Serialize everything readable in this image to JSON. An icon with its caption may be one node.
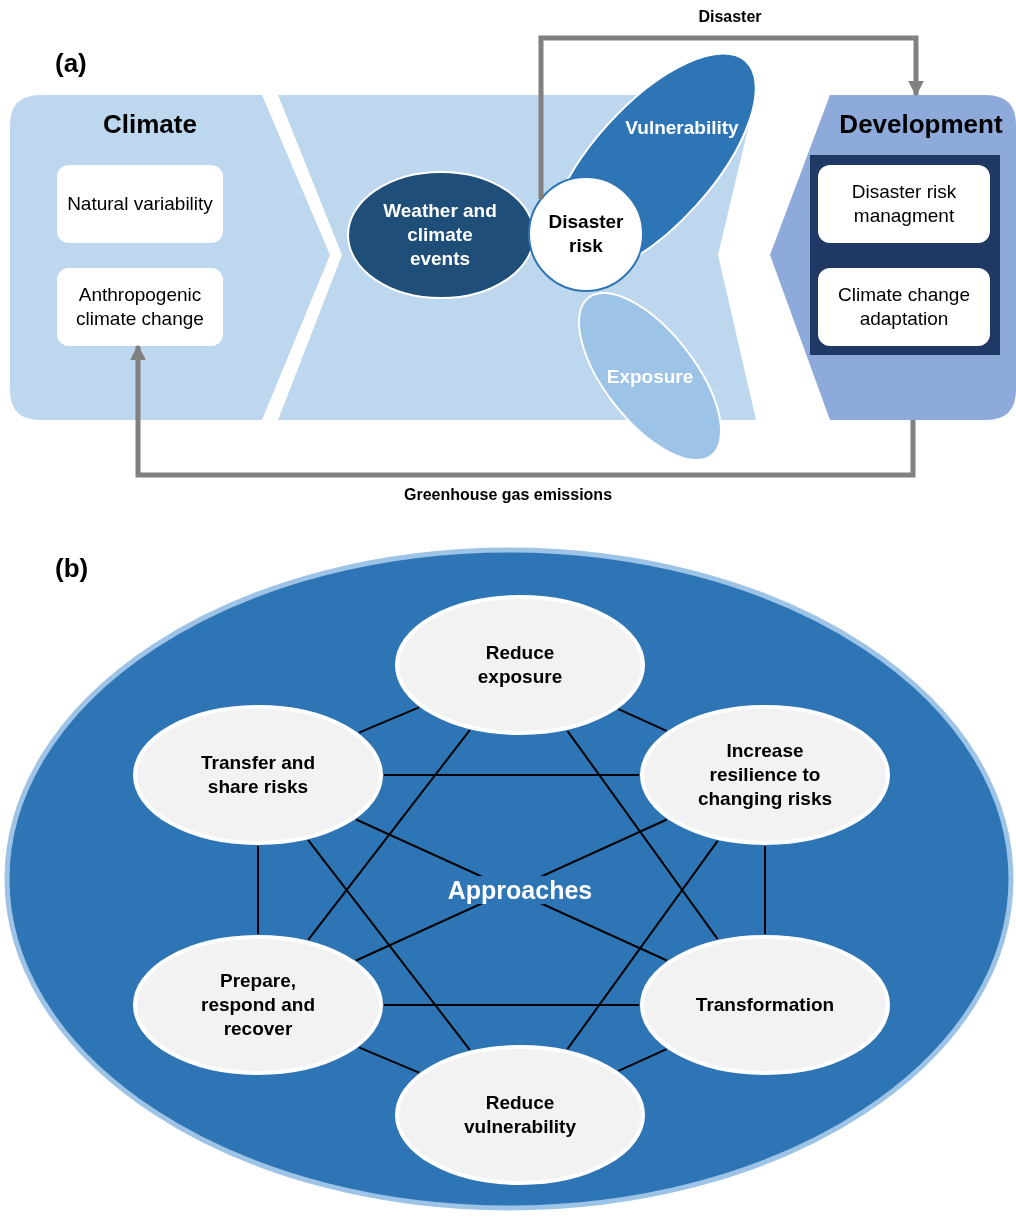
{
  "diagram": {
    "nodes": [
      {
        "text": [
          "Climate"
        ]
      },
      {
        "text": [
          "Natural variability"
        ],
        "in": 0
      },
      {
        "text": [
          "Anthropogenic climate change"
        ],
        "in": 0
      },
      {
        "text": [
          "Vulnerability"
        ]
      },
      {
        "text": [
          "Weather and climate events"
        ]
      },
      {
        "text": [
          "Disaster risk"
        ]
      },
      {
        "text": [
          "Exposure"
        ]
      },
      {
        "text": [
          "Development"
        ]
      },
      {
        "text": [],
        "shape": "box",
        "in": 7
      },
      {
        "text": [
          "Disaster risk managment"
        ],
        "in": 8
      },
      {
        "text": [
          "Climate change adaptation"
        ],
        "in": 8
      },
      {
        "text": [
          "Approaches"
        ]
      },
      {
        "text": [
          "Reduce exposure"
        ],
        "in": 11
      },
      {
        "text": [
          "Transfer and share risks"
        ],
        "in": 11
      },
      {
        "text": [
          "Increase resilience to changing risks"
        ],
        "in": 11
      },
      {
        "text": [
          "Prepare, respond and recover"
        ],
        "in": 11
      },
      {
        "text": [
          "Transformation"
        ],
        "in": 11
      },
      {
        "text": [
          "Reduce vulnerability"
        ],
        "in": 11
      }
    ],
    "edges": [
      {
        "from": 5,
        "to": 7,
        "arrow": "to",
        "label": "Disaster",
        "style": "thick",
        "color": "#808080"
      },
      {
        "from": 7,
        "to": 2,
        "arrow": "to",
        "label": "Greenhouse gas emissions",
        "style": "thick",
        "color": "#808080"
      },
      {
        "from": 12,
        "to": 14,
        "arrow": "none"
      },
      {
        "from": 14,
        "to": 16,
        "arrow": "none"
      },
      {
        "from": 16,
        "to": 17,
        "arrow": "none"
      },
      {
        "from": 17,
        "to": 15,
        "arrow": "none"
      },
      {
        "from": 15,
        "to": 13,
        "arrow": "none"
      },
      {
        "from": 13,
        "to": 12,
        "arrow": "none"
      },
      {
        "from": 12,
        "to": 15,
        "arrow": "none"
      },
      {
        "from": 12,
        "to": 16,
        "arrow": "none"
      },
      {
        "from": 13,
        "to": 14,
        "arrow": "none"
      },
      {
        "from": 15,
        "to": 16,
        "arrow": "none"
      },
      {
        "from": 13,
        "to": 17,
        "arrow": "none"
      },
      {
        "from": 14,
        "to": 17,
        "arrow": "none"
      },
      {
        "from": 13,
        "to": 16,
        "arrow": "none"
      },
      {
        "from": 14,
        "to": 15,
        "arrow": "none"
      }
    ],
    "labels": [
      "(a)",
      "(b)"
    ]
  }
}
